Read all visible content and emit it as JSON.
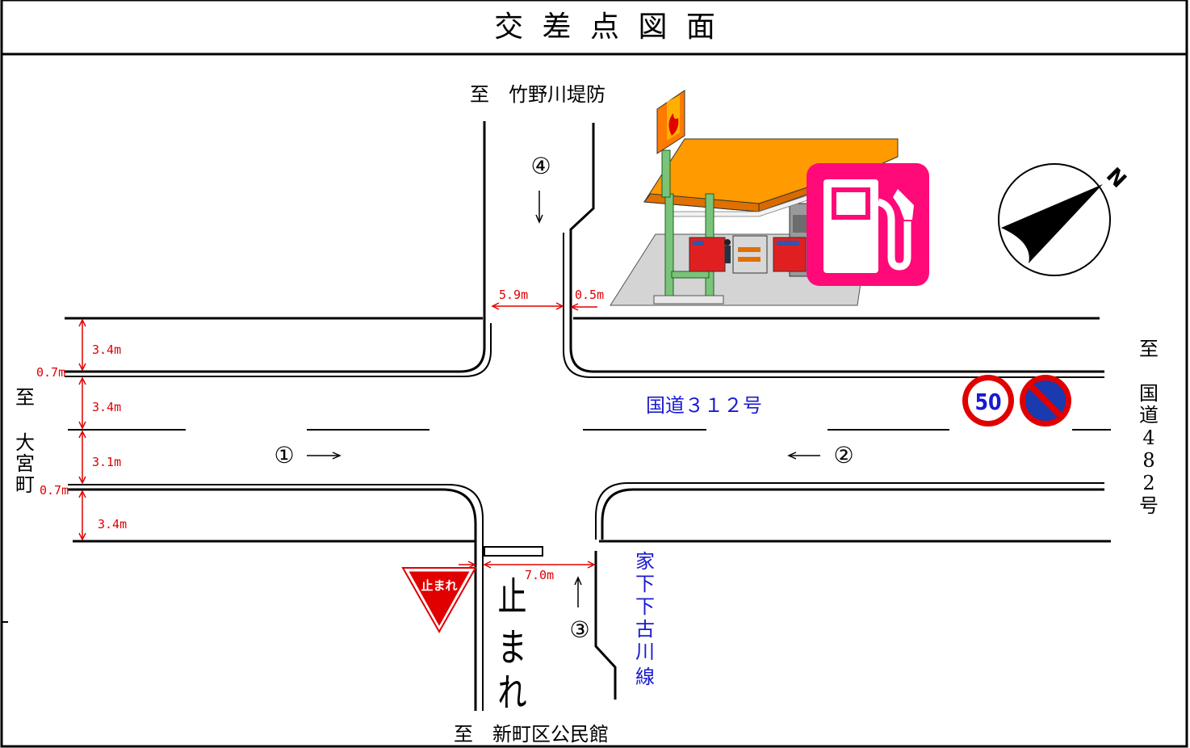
{
  "title": "交 差 点 図 面",
  "destinations": {
    "north": "至　竹野川堤防",
    "south": "至　新町区公民館",
    "west_to": "至",
    "west_name": [
      "大",
      "宮",
      "町"
    ],
    "east_to": "至",
    "east_name": [
      "国",
      "道",
      "4",
      "8",
      "2",
      "号"
    ]
  },
  "roads": {
    "main": "国道３１２号",
    "side": [
      "家",
      "下",
      "下",
      "古",
      "川",
      "線"
    ]
  },
  "approaches": {
    "a1": "①",
    "a2": "②",
    "a3": "③",
    "a4": "④"
  },
  "road_marking": {
    "stop_chars": [
      "止",
      "ま",
      "れ"
    ]
  },
  "dimensions": {
    "lane_top": "3.4m",
    "shoulder_top": "0.7m",
    "lane_2": "3.4m",
    "lane_3": "3.1m",
    "shoulder_bottom": "0.7m",
    "lane_bottom": "3.4m",
    "north_width": "5.9m",
    "north_offset": "0.5m",
    "south_width": "7.0m"
  },
  "signs": {
    "speed_limit": "50",
    "stop_sign": "止まれ"
  },
  "compass": {
    "label": "N"
  },
  "colors": {
    "dimension": "#e00000",
    "road_name": "#1a1ad0",
    "gas_icon": "#ff0a78",
    "canopy": "#ff9a00"
  },
  "icons": [
    "gas-station-illustration",
    "fuel-pump-icon",
    "north-arrow-icon",
    "speed-limit-sign",
    "no-parking-sign",
    "stop-sign"
  ]
}
